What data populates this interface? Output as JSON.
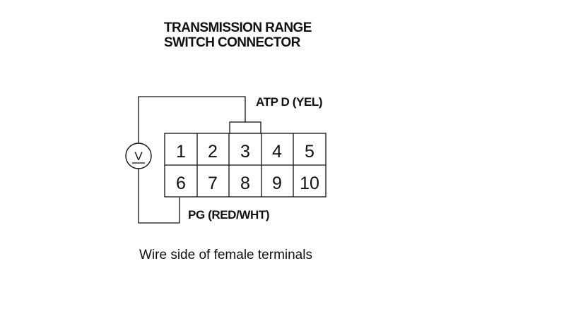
{
  "title": {
    "line1": "TRANSMISSION RANGE",
    "line2": "SWITCH CONNECTOR"
  },
  "wires": {
    "atp": "ATP D (YEL)",
    "pg": "PG (RED/WHT)"
  },
  "meter": {
    "icon": "voltmeter-icon",
    "symbol": "V"
  },
  "connector": {
    "top_row": [
      "1",
      "2",
      "3",
      "4",
      "5"
    ],
    "bottom_row": [
      "6",
      "7",
      "8",
      "9",
      "10"
    ]
  },
  "caption": "Wire side of female terminals",
  "colors": {
    "ink": "#111111",
    "background": "#ffffff"
  }
}
